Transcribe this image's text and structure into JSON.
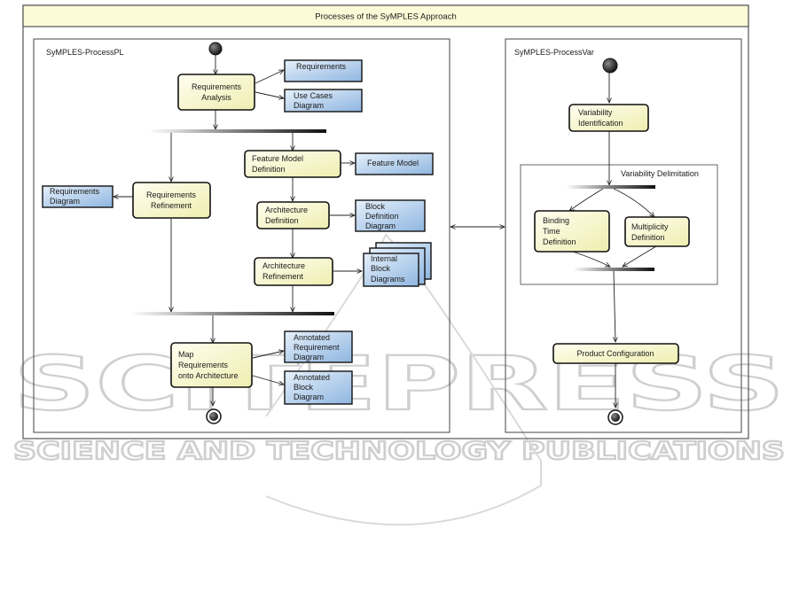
{
  "figure": {
    "title": "Processes of the SyMPLES Approach",
    "watermark": {
      "big": "SCITEPRESS",
      "small": "SCIENCE AND TECHNOLOGY PUBLICATIONS"
    }
  },
  "process_pl": {
    "title": "SyMPLES-ProcessPL",
    "activities": {
      "requirements_analysis": [
        "Requirements",
        "Analysis"
      ],
      "requirements_refinement": [
        "Requirements",
        "Refinement"
      ],
      "feature_model_definition": [
        "Feature Model",
        "Definition"
      ],
      "architecture_definition": [
        "Architecture",
        "Definition"
      ],
      "architecture_refinement": [
        "Architecture",
        "Refinement"
      ],
      "map_requirements": [
        "Map",
        "Requirements",
        "onto Architecture"
      ]
    },
    "artifacts": {
      "requirements": [
        "Requirements"
      ],
      "use_cases_diagram": [
        "Use Cases",
        "Diagram"
      ],
      "requirements_diagram": [
        "Requirements",
        "Diagram"
      ],
      "feature_model": [
        "Feature Model"
      ],
      "block_definition_diagram": [
        "Block",
        "Definition",
        "Diagram"
      ],
      "internal_block_diagrams": [
        "Internal",
        "Block",
        "Diagrams"
      ],
      "annotated_requirement_diagram": [
        "Annotated",
        "Requirement",
        "Diagram"
      ],
      "annotated_block_diagram": [
        "Annotated",
        "Block",
        "Diagram"
      ]
    }
  },
  "process_var": {
    "title": "SyMPLES-ProcessVar",
    "activities": {
      "variability_identification": [
        "Variability",
        "Identification"
      ],
      "binding_time_definition": [
        "Binding",
        "Time",
        "Definition"
      ],
      "multiplicity_definition": [
        "Multiplicity",
        "Definition"
      ],
      "product_configuration": [
        "Product Configuration"
      ]
    },
    "delimitation_title": "Variability Delimitation"
  },
  "colors": {
    "activity_fill": "#f6f5c2",
    "artifact_fill": "#a9c9ea",
    "title_fill": "#fbfbd8",
    "frame": "#555555",
    "bar": "#222222"
  }
}
